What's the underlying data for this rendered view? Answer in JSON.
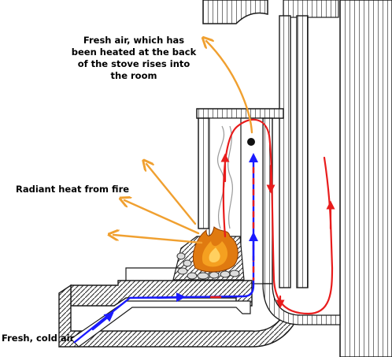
{
  "labels": {
    "fresh_air_heated": "Fresh air, which has been heated at the back of the stove rises into the room",
    "radiant_heat": "Radiant heat from fire",
    "fresh_cold_air": "Fresh, cold air"
  },
  "colors": {
    "stove_outline": "#1a1a1a",
    "hatching": "#2b2b2b",
    "cold_air": "#1a1aff",
    "warm_air": "#e81c1c",
    "radiant_heat_arrows": "#f0a030",
    "fire": "#e07a10",
    "background": "#ffffff"
  },
  "icons": {
    "fire": "fire-icon"
  }
}
